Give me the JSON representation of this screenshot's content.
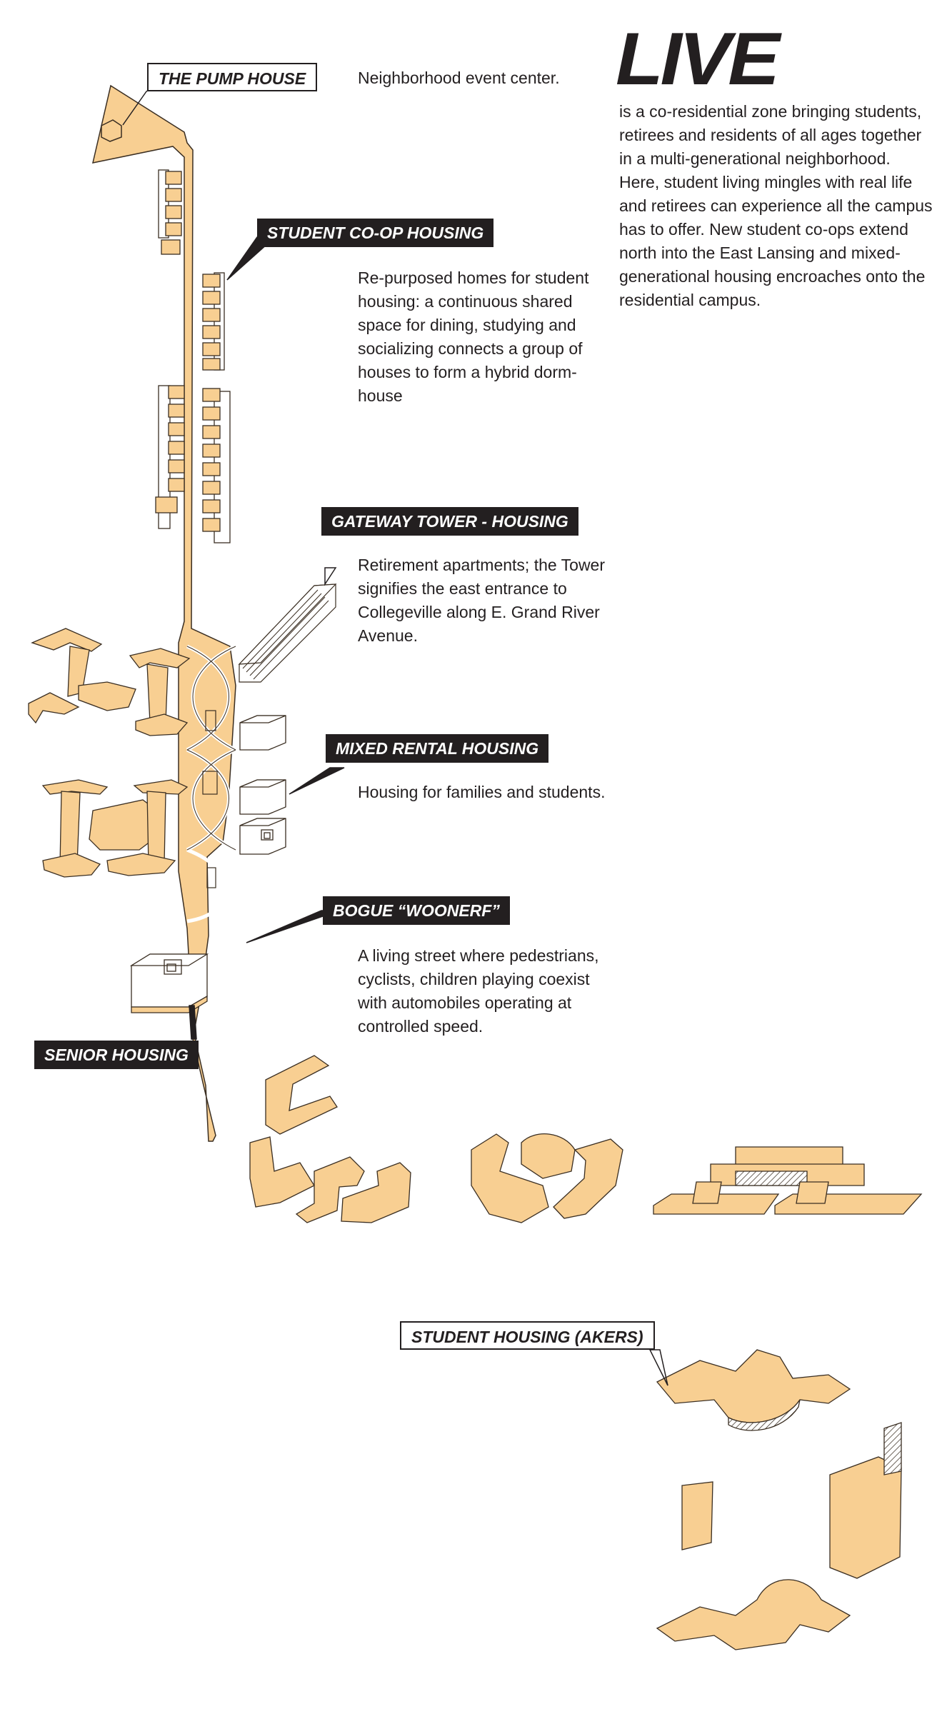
{
  "title": "LIVE",
  "intro": "is a co-residential zone bringing students, retirees and residents of all ages together in a multi-generational neighborhood. Here, student living mingles with real life and retirees can experience all the campus has to offer. New student co-ops extend north into the East Lansing and mixed-generational housing encroaches onto the residential campus.",
  "labels": {
    "pump_house": "THE PUMP HOUSE",
    "student_coop": "STUDENT CO-OP HOUSING",
    "gateway": "GATEWAY TOWER - HOUSING",
    "mixed_rental": "MIXED RENTAL HOUSING",
    "bogue": "BOGUE “WOONERF”",
    "senior": "SENIOR HOUSING",
    "akers": "STUDENT HOUSING (AKERS)"
  },
  "descriptions": {
    "pump_house": "Neighborhood event center.",
    "student_coop": "Re-purposed homes for student housing: a continuous shared space for dining, studying and socializing connects a group of houses to form a hybrid dorm-house",
    "gateway": "Retirement apartments; the Tower signifies the east entrance to Collegeville along E. Grand River Avenue.",
    "mixed_rental": "Housing for families and students.",
    "bogue": "A living street where pedestrians, cyclists, children playing coexist with automobiles operating at controlled speed."
  },
  "colors": {
    "building_fill": "#f8cf92",
    "building_side": "#e2b574",
    "outline": "#3a2e22",
    "label_dark": "#231f20"
  }
}
